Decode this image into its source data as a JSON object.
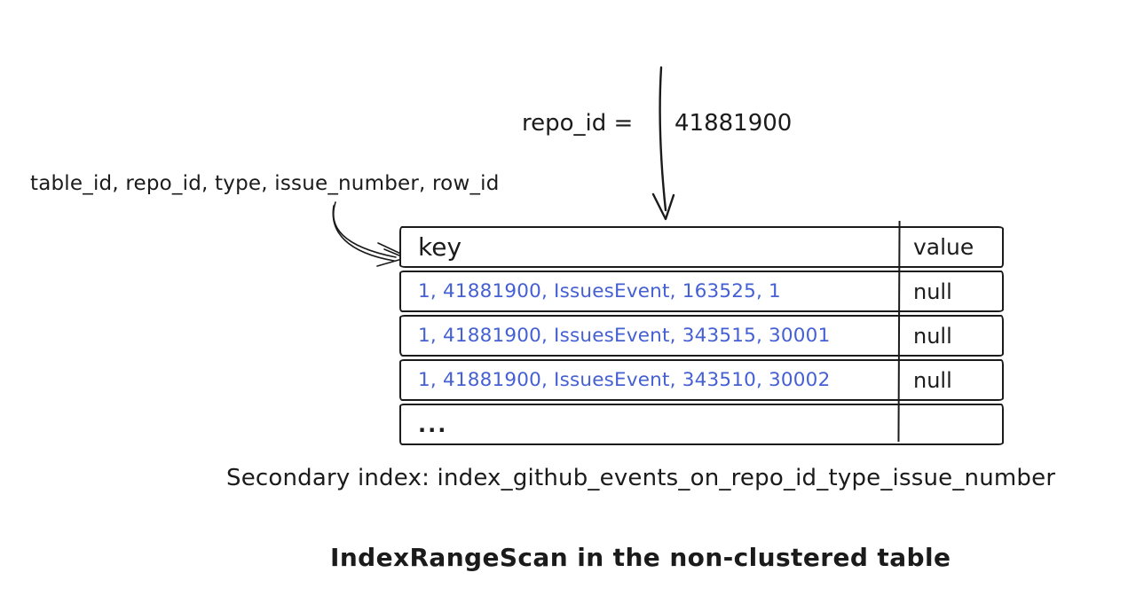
{
  "diagram": {
    "background_color": "#ffffff",
    "ink_color": "#1b1b1b",
    "accent_color": "#4560d2",
    "columns_annotation": "table_id, repo_id, type, issue_number, row_id",
    "lookup": {
      "label": "repo_id =",
      "value": "41881900"
    },
    "table": {
      "headers": [
        "key",
        "value"
      ],
      "rows": [
        {
          "key": "1, 41881900, IssuesEvent, 163525, 1",
          "value": "null"
        },
        {
          "key": "1, 41881900, IssuesEvent, 343515, 30001",
          "value": "null"
        },
        {
          "key": "1, 41881900, IssuesEvent, 343510, 30002",
          "value": "null"
        },
        {
          "key": "...",
          "value": ""
        }
      ]
    },
    "caption": "Secondary index: index_github_events_on_repo_id_type_issue_number",
    "title": "IndexRangeScan in the non-clustered table"
  }
}
